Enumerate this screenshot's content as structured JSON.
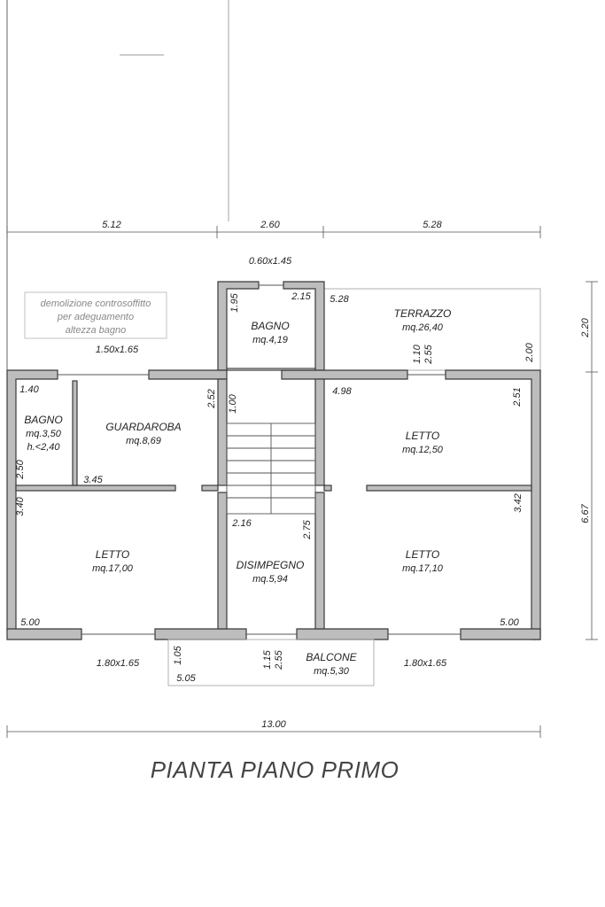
{
  "title": "PIANTA PIANO PRIMO",
  "note": {
    "line1": "demolizione controsoffitto",
    "line2": "per adeguamento",
    "line3": "altezza bagno"
  },
  "rooms": {
    "bagno_top": {
      "name": "BAGNO",
      "area": "mq.4,19"
    },
    "terrazzo": {
      "name": "TERRAZZO",
      "area": "mq.26,40"
    },
    "bagno_left": {
      "name": "BAGNO",
      "area": "mq.3,50",
      "height": "h.<2,40"
    },
    "guardaroba": {
      "name": "GUARDAROBA",
      "area": "mq.8,69"
    },
    "letto_ne": {
      "name": "LETTO",
      "area": "mq.12,50"
    },
    "letto_sw": {
      "name": "LETTO",
      "area": "mq.17,00"
    },
    "disimpegno": {
      "name": "DISIMPEGNO",
      "area": "mq.5,94"
    },
    "letto_se": {
      "name": "LETTO",
      "area": "mq.17,10"
    },
    "balcone": {
      "name": "BALCONE",
      "area": "mq.5,30"
    }
  },
  "dims": {
    "top_left": "5.12",
    "top_mid": "2.60",
    "top_right": "5.28",
    "window_top": "0.60x1.45",
    "window_guard": "1.50x1.65",
    "d_195": "1.95",
    "d_215": "2.15",
    "d_528": "5.28",
    "d_110": "1.10",
    "d_255_top": "2.55",
    "d_200": "2.00",
    "d_220": "2.20",
    "d_140": "1.40",
    "d_252": "2.52",
    "d_100": "1.00",
    "d_498": "4.98",
    "d_251": "2.51",
    "d_250": "2.50",
    "d_345": "3.45",
    "d_340": "3.40",
    "d_342": "3.42",
    "d_667": "6.67",
    "d_216": "2.16",
    "d_275": "2.75",
    "d_500_left": "5.00",
    "d_500_right": "5.00",
    "win_sw": "1.80x1.65",
    "win_se": "1.80x1.65",
    "d_105": "1.05",
    "d_505": "5.05",
    "d_115": "1.15",
    "d_255_bottom": "2.55",
    "total": "13.00"
  }
}
